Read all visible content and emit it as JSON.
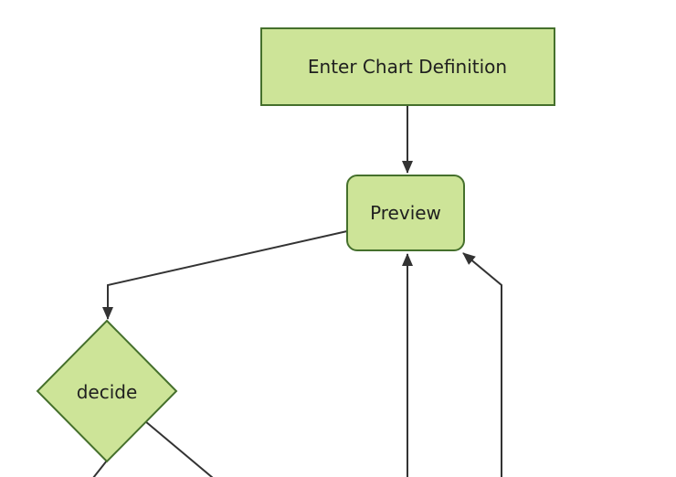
{
  "diagram": {
    "type": "flowchart",
    "direction": "top-down",
    "nodes": [
      {
        "id": "A",
        "label": "Enter Chart Definition",
        "shape": "rectangle"
      },
      {
        "id": "B",
        "label": "Preview",
        "shape": "rounded-rectangle"
      },
      {
        "id": "C",
        "label": "decide",
        "shape": "diamond"
      }
    ],
    "edges": [
      {
        "from": "A",
        "to": "B",
        "arrow": true
      },
      {
        "from": "B",
        "to": "C",
        "arrow": true
      },
      {
        "from": "C",
        "to": "offscreen-bottom-left",
        "arrow": false
      },
      {
        "from": "C",
        "to": "offscreen-bottom-right",
        "arrow": false
      },
      {
        "from": "offscreen-bottom-center",
        "to": "B",
        "arrow": true
      },
      {
        "from": "offscreen-bottom-right",
        "to": "B",
        "arrow": true
      }
    ],
    "colors": {
      "node_fill": "#cde498",
      "node_border": "#45702c",
      "edge_color": "#333333",
      "text_color": "#1f1f1f",
      "page_bg": "#ffffff"
    }
  }
}
